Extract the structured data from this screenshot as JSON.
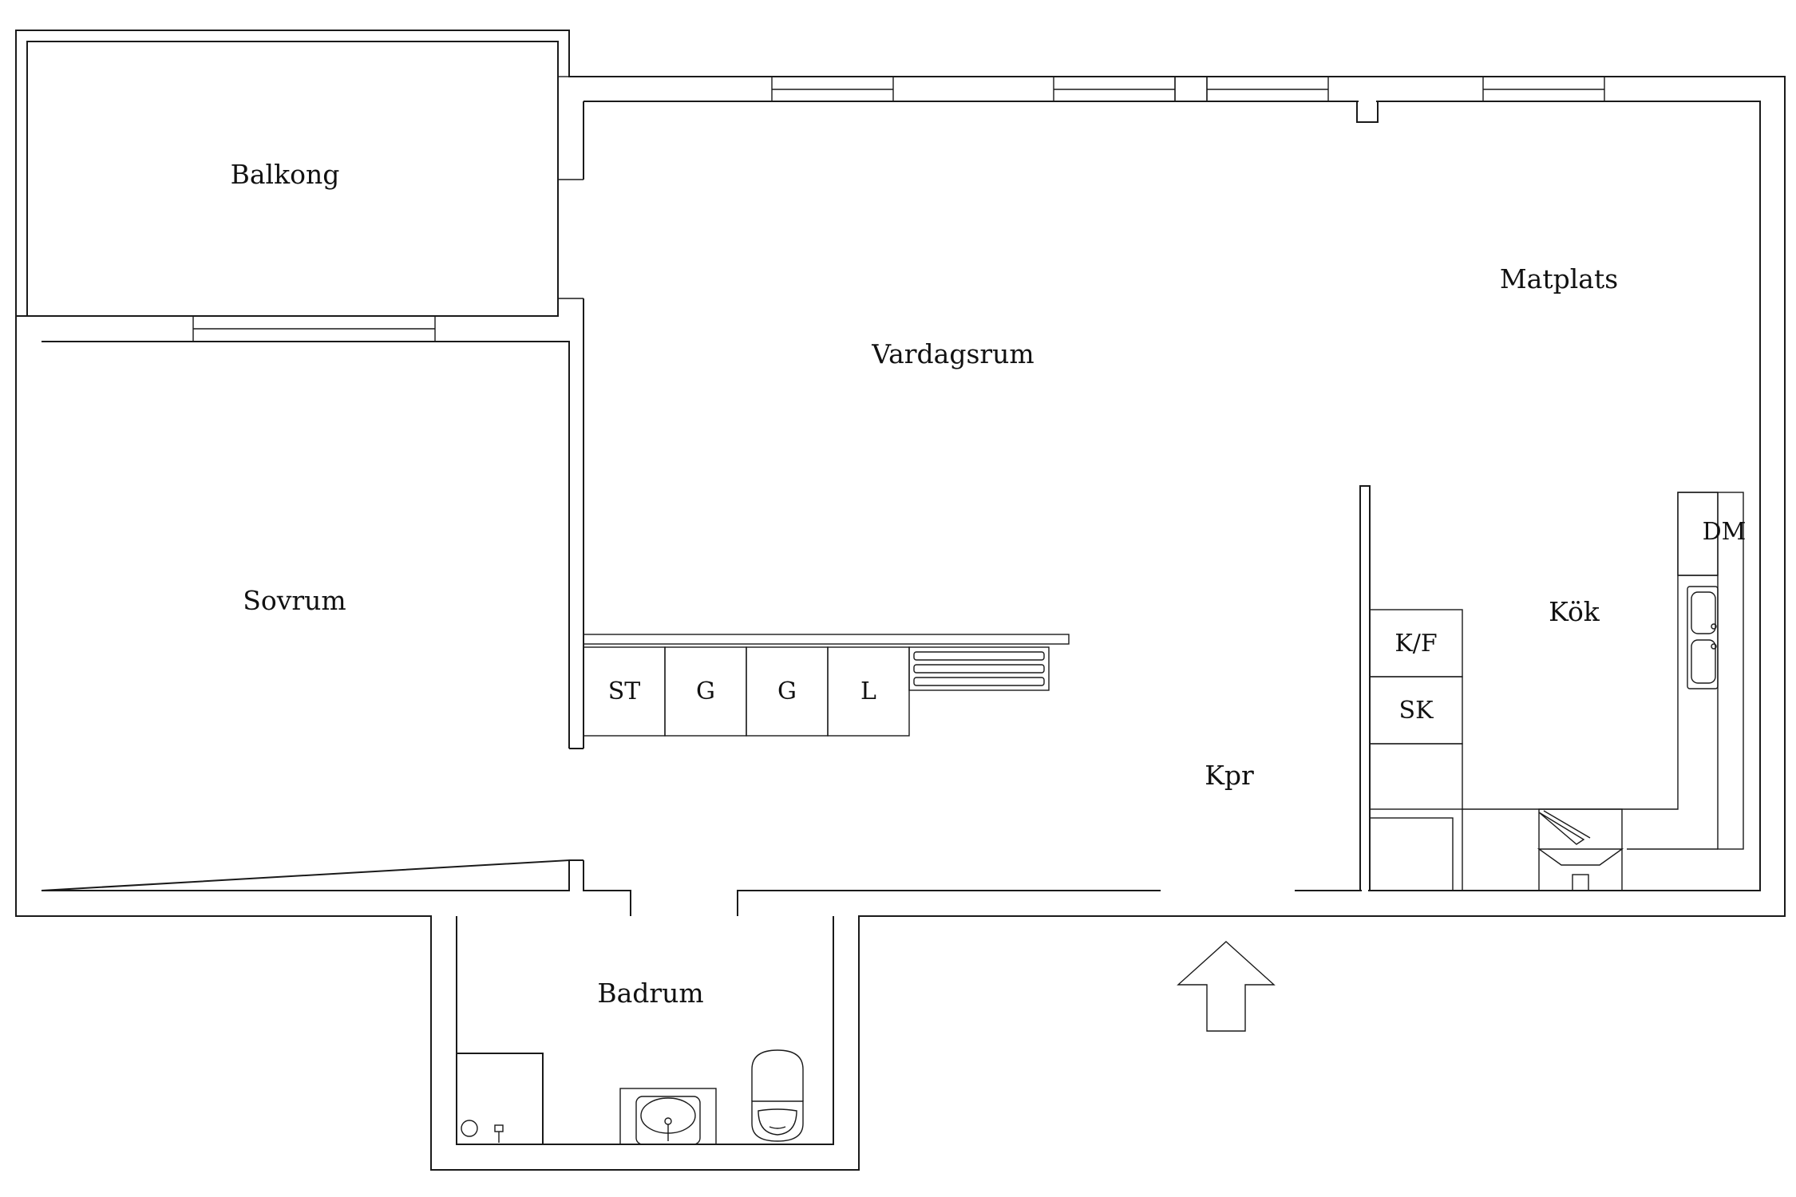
{
  "rooms": {
    "balcony": "Balkong",
    "bedroom": "Sovrum",
    "living_room": "Vardagsrum",
    "dining": "Matplats",
    "kitchen": "Kök",
    "hallway": "Kpr",
    "bathroom": "Badrum"
  },
  "appliances": {
    "storage": "ST",
    "wardrobe_1": "G",
    "wardrobe_2": "G",
    "linen": "L",
    "fridge_freezer": "K/F",
    "cabinet": "SK",
    "dishwasher": "DM"
  },
  "icons": {
    "entrance": "entrance-arrow-icon",
    "shower": "shower-icon",
    "sink": "washbasin-icon",
    "toilet": "toilet-icon",
    "kitchen_sink": "kitchen-sink-icon",
    "stove": "stove-hood-icon",
    "radiator": "radiator-icon"
  },
  "colors": {
    "line": "#1a1a1a",
    "background": "#ffffff"
  }
}
